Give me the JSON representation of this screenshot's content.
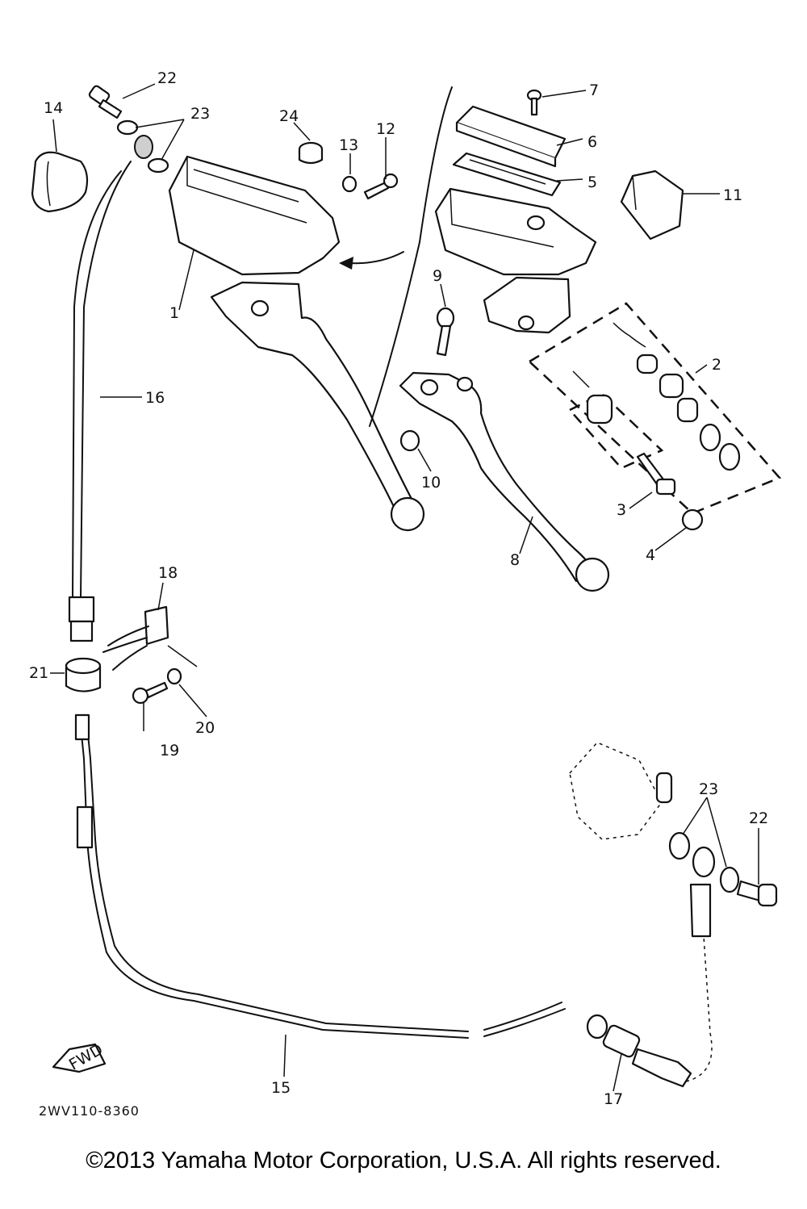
{
  "diagram": {
    "callouts": {
      "c1": "1",
      "c2": "2",
      "c3": "3",
      "c4": "4",
      "c5": "5",
      "c6": "6",
      "c7": "7",
      "c8": "8",
      "c9": "9",
      "c10": "10",
      "c11": "11",
      "c12": "12",
      "c13": "13",
      "c14": "14",
      "c15": "15",
      "c16": "16",
      "c17": "17",
      "c18": "18",
      "c19": "19",
      "c20": "20",
      "c21": "21",
      "c22a": "22",
      "c22b": "22",
      "c23a": "23",
      "c23b": "23",
      "c24": "24"
    },
    "fwd_label": "FWD",
    "drawing_code": "2WV110-8360"
  },
  "footer": {
    "copyright": "©2013 Yamaha Motor Corporation, U.S.A. All rights reserved."
  }
}
